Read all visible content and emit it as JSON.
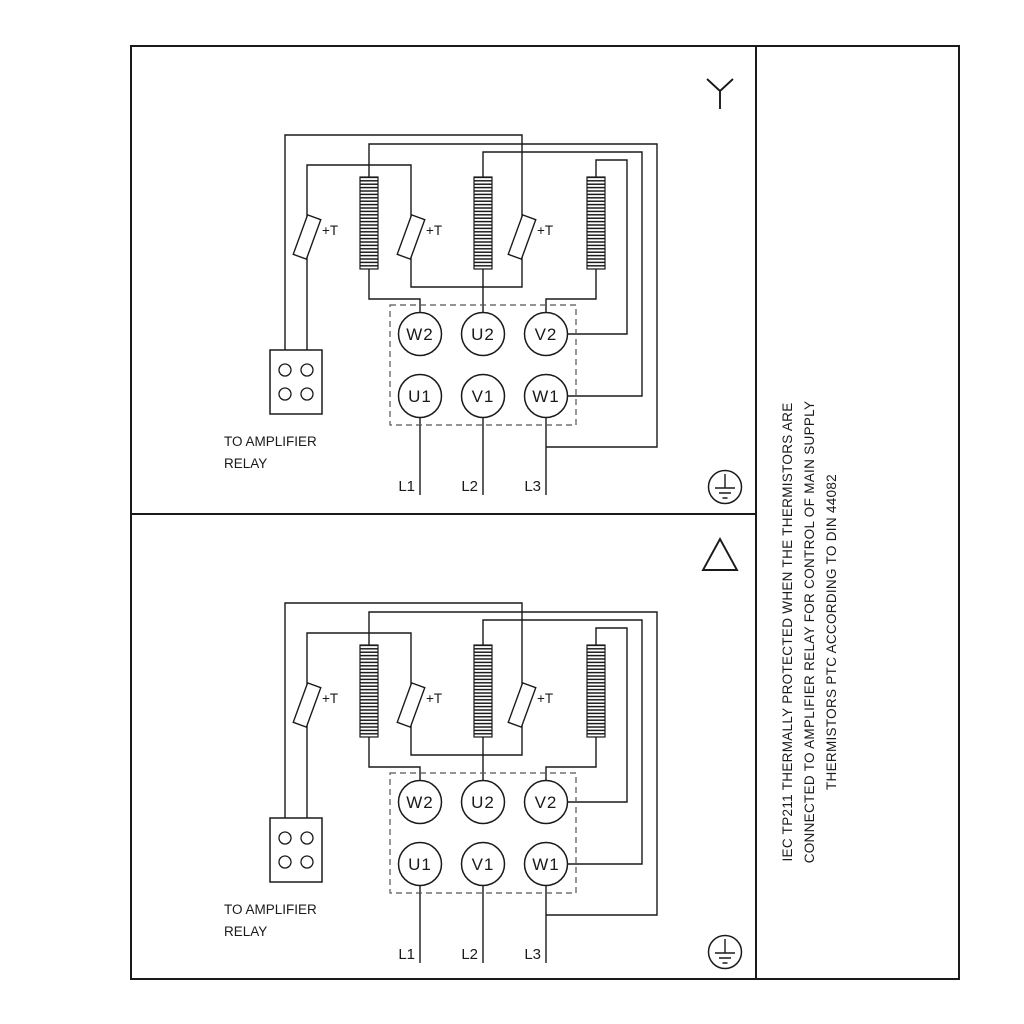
{
  "page": {
    "background": "#ffffff",
    "line_color": "#1a1a1a"
  },
  "side_note": {
    "lines": [
      "IEC TP211 THERMALLY PROTECTED WHEN THE THERMISTORS ARE",
      "CONNECTED TO AMPLIFIER RELAY FOR CONTROL OF MAIN SUPPLY",
      "THERMISTORS PTC ACCORDING TO DIN 44082"
    ]
  },
  "panels": [
    {
      "connection": "star",
      "connection_icon": "star-icon",
      "thermistor_labels": [
        "+T",
        "+T",
        "+T"
      ],
      "terminals": {
        "top_row": [
          "W2",
          "U2",
          "V2"
        ],
        "bottom_row": [
          "U1",
          "V1",
          "W1"
        ]
      },
      "supply_lines": [
        "L1",
        "L2",
        "L3"
      ],
      "relay_caption_line1": "TO AMPLIFIER",
      "relay_caption_line2": "RELAY"
    },
    {
      "connection": "delta",
      "connection_icon": "delta-icon",
      "thermistor_labels": [
        "+T",
        "+T",
        "+T"
      ],
      "terminals": {
        "top_row": [
          "W2",
          "U2",
          "V2"
        ],
        "bottom_row": [
          "U1",
          "V1",
          "W1"
        ]
      },
      "supply_lines": [
        "L1",
        "L2",
        "L3"
      ],
      "relay_caption_line1": "TO AMPLIFIER",
      "relay_caption_line2": "RELAY"
    }
  ]
}
